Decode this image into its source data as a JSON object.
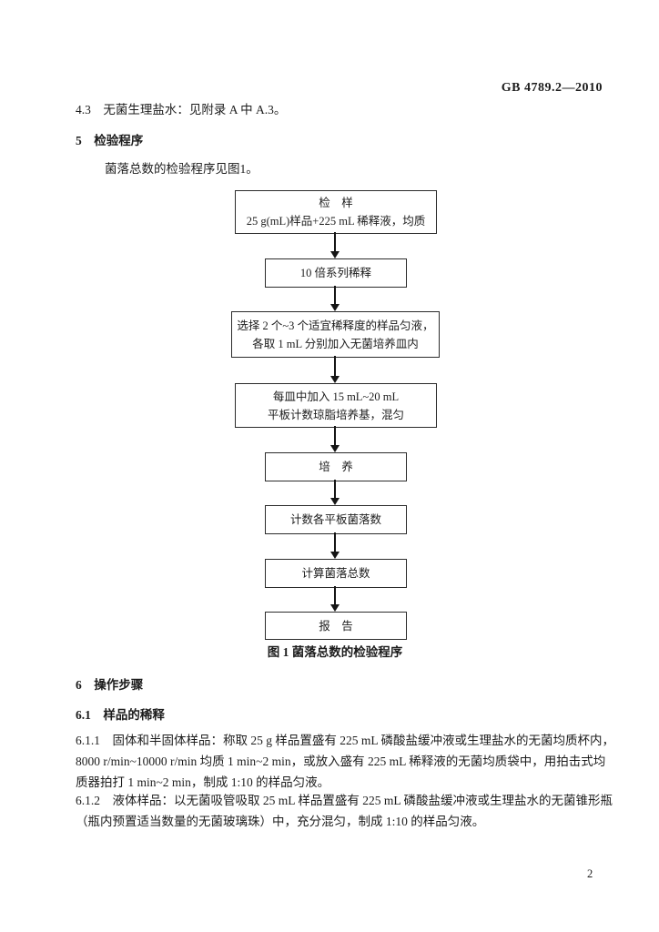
{
  "header": {
    "standard_number": "GB 4789.2—2010"
  },
  "clause_4_3": "4.3　无菌生理盐水：见附录 A 中 A.3。",
  "section_5": {
    "heading": "5　检验程序",
    "intro": "菌落总数的检验程序见图1。"
  },
  "flowchart": {
    "steps": [
      {
        "line1": "检　样",
        "line2": "25 g(mL)样品+225 mL 稀释液，均质"
      },
      {
        "line1": "10 倍系列稀释"
      },
      {
        "line1": "选择 2 个~3 个适宜稀释度的样品匀液，",
        "line2": "各取 1 mL 分别加入无菌培养皿内"
      },
      {
        "line1": "每皿中加入 15 mL~20 mL",
        "line2": "平板计数琼脂培养基，混匀"
      },
      {
        "line1": "培　养"
      },
      {
        "line1": "计数各平板菌落数"
      },
      {
        "line1": "计算菌落总数"
      },
      {
        "line1": "报　告"
      }
    ],
    "caption": "图 1 菌落总数的检验程序"
  },
  "section_6": {
    "heading": "6　操作步骤",
    "sub_6_1": {
      "heading": "6.1　样品的稀释",
      "clause_6_1_1": {
        "line1": "6.1.1　固体和半固体样品：称取 25 g 样品置盛有 225 mL 磷酸盐缓冲液或生理盐水的无菌均质杯内，",
        "line2": "8000 r/min~10000 r/min 均质 1 min~2 min，或放入盛有 225 mL 稀释液的无菌均质袋中，用拍击式均",
        "line3": "质器拍打 1 min~2 min，制成 1:10 的样品匀液。"
      },
      "clause_6_1_2": {
        "line1": "6.1.2　液体样品：以无菌吸管吸取 25 mL 样品置盛有 225 mL 磷酸盐缓冲液或生理盐水的无菌锥形瓶",
        "line2": "（瓶内预置适当数量的无菌玻璃珠）中，充分混匀，制成 1:10 的样品匀液。"
      }
    }
  },
  "footer": {
    "page_number": "2"
  }
}
